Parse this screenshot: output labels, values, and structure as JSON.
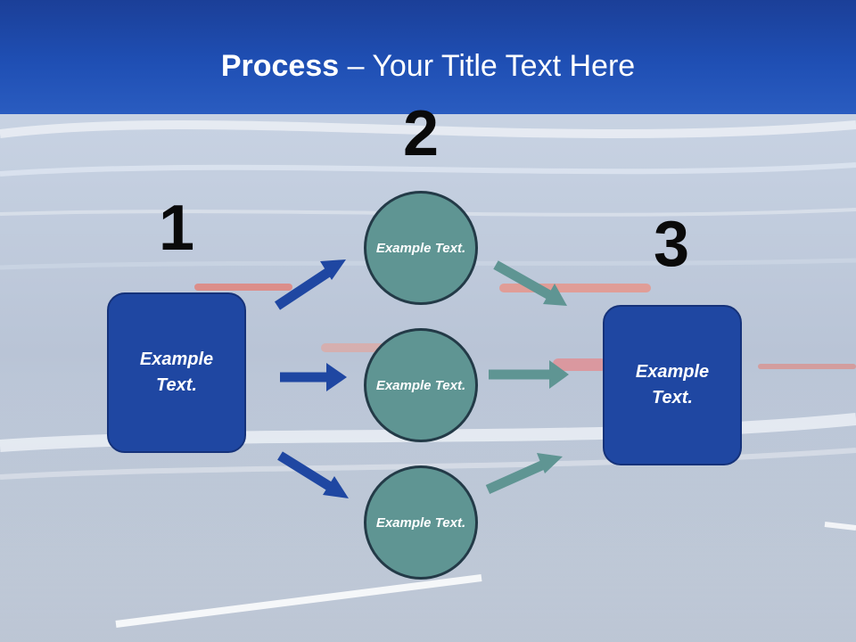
{
  "slide": {
    "title_bold": "Process",
    "title_rest": " – Your Title Text Here"
  },
  "steps": [
    {
      "number": "1",
      "text": "Example Text."
    },
    {
      "number": "2",
      "items": [
        {
          "text": "Example Text."
        },
        {
          "text": "Example Text."
        },
        {
          "text": "Example Text."
        }
      ]
    },
    {
      "number": "3",
      "text": "Example Text."
    }
  ],
  "colors": {
    "title_band": "#1f4fb4",
    "box_fill": "#1f47a2",
    "circle_fill": "#5f9593",
    "arrow_blue": "#1f47a2",
    "arrow_teal": "#5f9593"
  }
}
